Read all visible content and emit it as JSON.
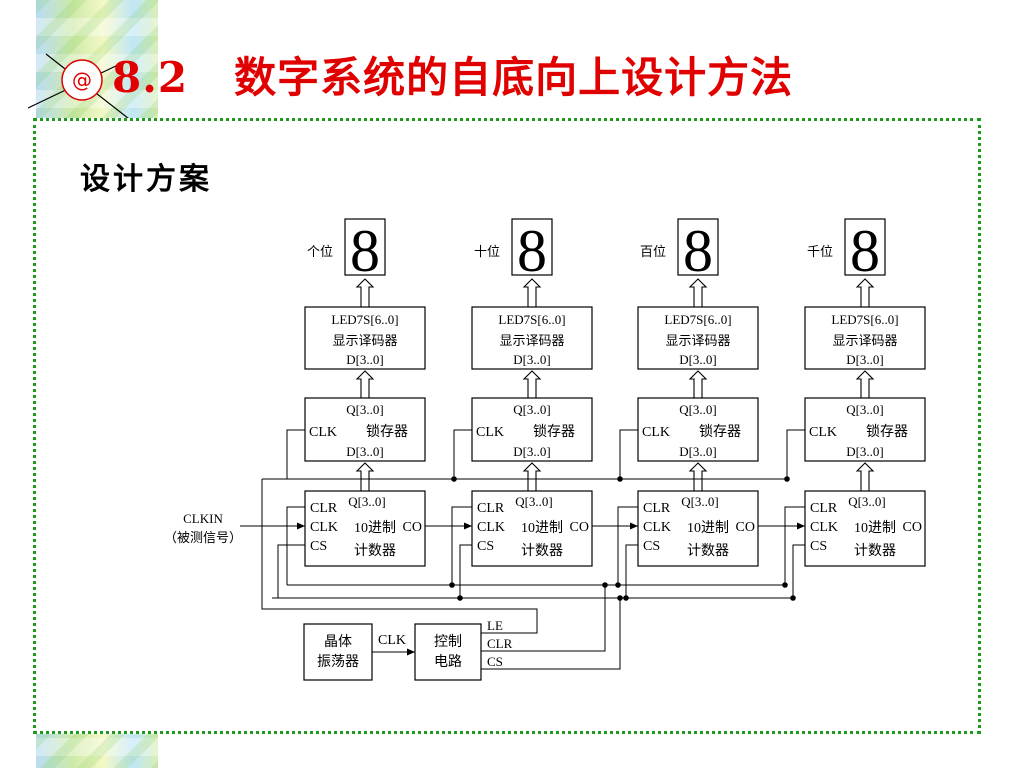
{
  "slide": {
    "title_number": "8.2",
    "title_text": "数字系统的自底向上设计方法",
    "subtitle": "设计方案",
    "logo_glyph": "@"
  },
  "colors": {
    "title": "#e00000",
    "frame": "#1f9a1f",
    "stripe_blue": "#b9dcf5",
    "stripe_green": "#cdeaa8"
  },
  "display_digit": "8",
  "channels": [
    {
      "position_label": "个位",
      "decoder": [
        "LED7S[6..0]",
        "显示译码器",
        "D[3..0]"
      ],
      "latch": {
        "top": "Q[3..0]",
        "left": "CLK",
        "name": "锁存器",
        "bottom": "D[3..0]"
      },
      "counter": {
        "clr": "CLR",
        "q": "Q[3..0]",
        "clk": "CLK",
        "name": "10进制",
        "co": "CO",
        "cs": "CS",
        "name2": "计数器"
      }
    },
    {
      "position_label": "十位",
      "decoder": [
        "LED7S[6..0]",
        "显示译码器",
        "D[3..0]"
      ],
      "latch": {
        "top": "Q[3..0]",
        "left": "CLK",
        "name": "锁存器",
        "bottom": "D[3..0]"
      },
      "counter": {
        "clr": "CLR",
        "q": "Q[3..0]",
        "clk": "CLK",
        "name": "10进制",
        "co": "CO",
        "cs": "CS",
        "name2": "计数器"
      }
    },
    {
      "position_label": "百位",
      "decoder": [
        "LED7S[6..0]",
        "显示译码器",
        "D[3..0]"
      ],
      "latch": {
        "top": "Q[3..0]",
        "left": "CLK",
        "name": "锁存器",
        "bottom": "D[3..0]"
      },
      "counter": {
        "clr": "CLR",
        "q": "Q[3..0]",
        "clk": "CLK",
        "name": "10进制",
        "co": "CO",
        "cs": "CS",
        "name2": "计数器"
      }
    },
    {
      "position_label": "千位",
      "decoder": [
        "LED7S[6..0]",
        "显示译码器",
        "D[3..0]"
      ],
      "latch": {
        "top": "Q[3..0]",
        "left": "CLK",
        "name": "锁存器",
        "bottom": "D[3..0]"
      },
      "counter": {
        "clr": "CLR",
        "q": "Q[3..0]",
        "clk": "CLK",
        "name": "10进制",
        "co": "CO",
        "cs": "CS",
        "name2": "计数器"
      }
    }
  ],
  "clock_input": [
    "CLKIN",
    "（被测信号）"
  ],
  "oscillator": [
    "晶体",
    "振荡器"
  ],
  "oscillator_output": "CLK",
  "controller": [
    "控制",
    "电路"
  ],
  "controller_outputs": [
    "LE",
    "CLR",
    "CS"
  ]
}
